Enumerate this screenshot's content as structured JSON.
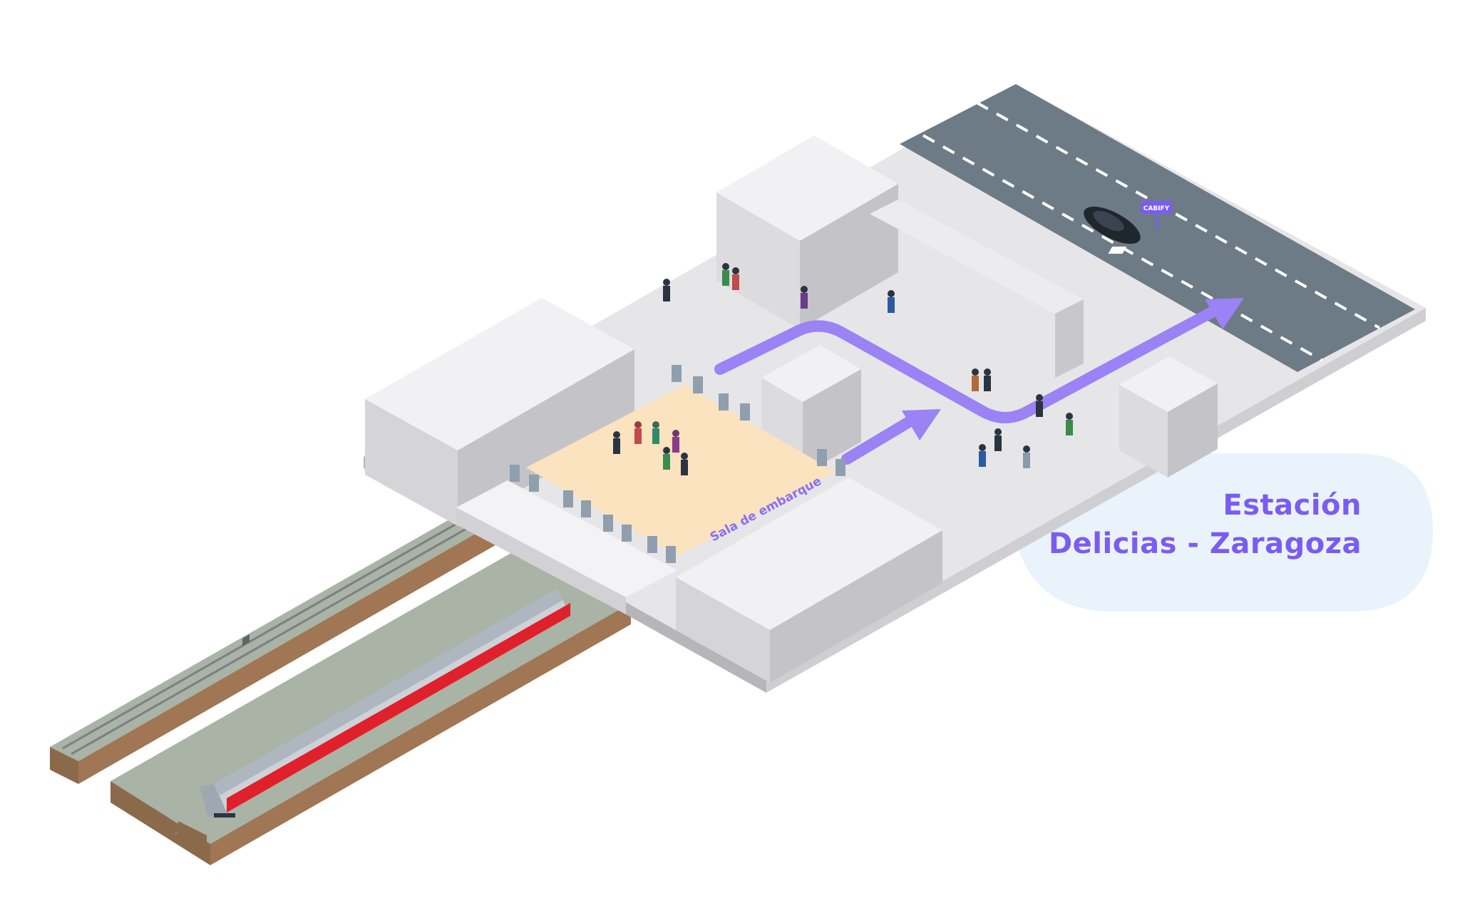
{
  "station": {
    "line1": "Estación",
    "line2": "Delicias - Zaragoza"
  },
  "hall_label": "Sala de embarque",
  "taxi_sign": "CABIFY",
  "colors": {
    "accent": "#7b5cf0",
    "route_path": "#9b82f5",
    "hall_floor": "#fbe3bf",
    "train_red": "#e0202a",
    "road": "#6d7b86",
    "label_badge": "#e3f0fb"
  }
}
